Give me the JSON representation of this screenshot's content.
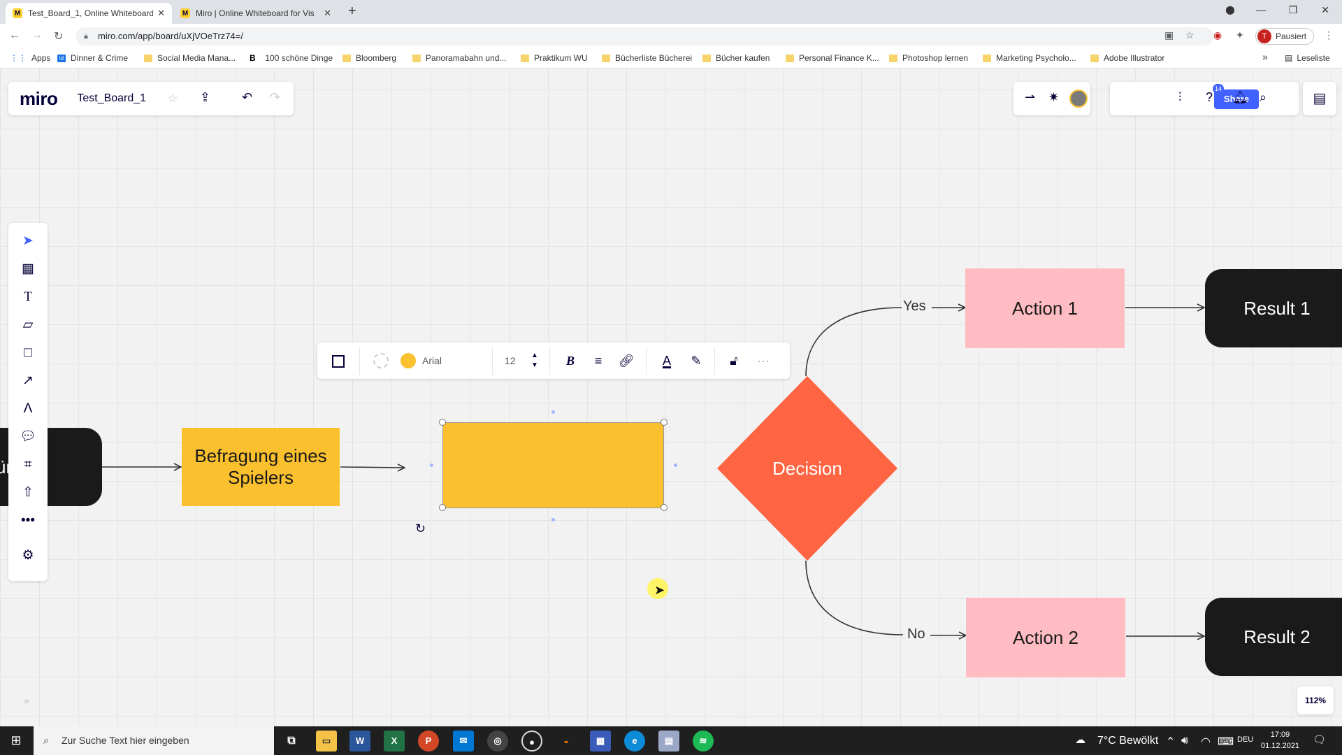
{
  "browser": {
    "tabs": [
      {
        "label": "Test_Board_1, Online Whiteboard",
        "active": true
      },
      {
        "label": "Miro | Online Whiteboard for Vis",
        "active": false
      }
    ],
    "new_tab_label": "+",
    "url": "miro.com/app/board/uXjVOeTrz74=/",
    "profile_initial": "T",
    "profile_status": "Pausiert",
    "bookmarks": [
      "Apps",
      "Dinner & Crime",
      "Social Media Mana...",
      "100 schöne Dinge",
      "Bloomberg",
      "Panoramabahn und...",
      "Praktikum WU",
      "Bücherliste Bücherei",
      "Bücher kaufen",
      "Personal Finance K...",
      "Photoshop lernen",
      "Marketing Psycholo...",
      "Adobe Illustrator"
    ],
    "reading_list": "Leseliste",
    "more_bookmarks": "»"
  },
  "miro": {
    "logo": "miro",
    "board_name": "Test_Board_1",
    "share_label": "Share",
    "help_badge": "14",
    "zoom": "112%",
    "expand": "»",
    "accent": "#4262ff"
  },
  "context_toolbar": {
    "font": "Arial",
    "font_size": "12",
    "more": "···"
  },
  "flow": {
    "start_label": "ürf",
    "befragung": "Befragung eines Spielers",
    "decision": "Decision",
    "action_1": "Action 1",
    "action_2": "Action 2",
    "result_1": "Result 1",
    "result_2": "Result 2",
    "yes": "Yes",
    "no": "No",
    "colors": {
      "yellow": "#fbc02d",
      "decision": "#ff6542",
      "action": "#ffbdc3",
      "terminator": "#1a1a1a"
    }
  },
  "taskbar": {
    "search_placeholder": "Zur Suche Text hier eingeben",
    "weather": "7°C  Bewölkt",
    "language": "DEU",
    "time": "17:09",
    "date": "01.12.2021",
    "apps": [
      "task-view",
      "file-explorer",
      "word",
      "excel",
      "powerpoint",
      "mail",
      "chrome",
      "obs",
      "app",
      "app",
      "edge",
      "app",
      "spotify"
    ]
  }
}
